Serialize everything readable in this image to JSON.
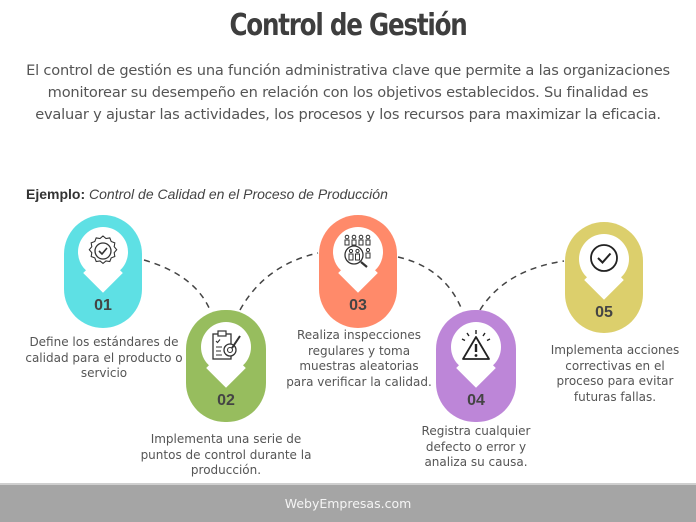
{
  "header": {
    "title": "Control de Gestión",
    "intro": "El control de gestión es una función administrativa clave que permite a las organizaciones monitorear su desempeño en relación con los objetivos establecidos. Su finalidad es evaluar y ajustar las actividades, los procesos y los recursos para maximizar la eficacia."
  },
  "example": {
    "label": "Ejemplo:",
    "text": "Control de Calidad en el Proceso de Producción"
  },
  "steps": [
    {
      "number": "01",
      "icon": "quality-badge-check-icon",
      "color": "#5ee0e4",
      "description": "Define los estándares de calidad para el producto o servicio"
    },
    {
      "number": "02",
      "icon": "clipboard-gear-icon",
      "color": "#97bd5e",
      "description": "Implementa una serie de puntos de control durante la producción."
    },
    {
      "number": "03",
      "icon": "people-magnifier-icon",
      "color": "#ff8a6a",
      "description": "Realiza inspecciones regulares y toma muestras aleatorias para verificar la calidad."
    },
    {
      "number": "04",
      "icon": "warning-alert-icon",
      "color": "#bd86d8",
      "description": "Registra cualquier defecto o error y analiza su causa."
    },
    {
      "number": "05",
      "icon": "check-circle-icon",
      "color": "#dccf6c",
      "description": "Implementa acciones correctivas en el proceso para evitar futuras fallas."
    }
  ],
  "footer": {
    "text": "WebyEmpresas.com"
  }
}
